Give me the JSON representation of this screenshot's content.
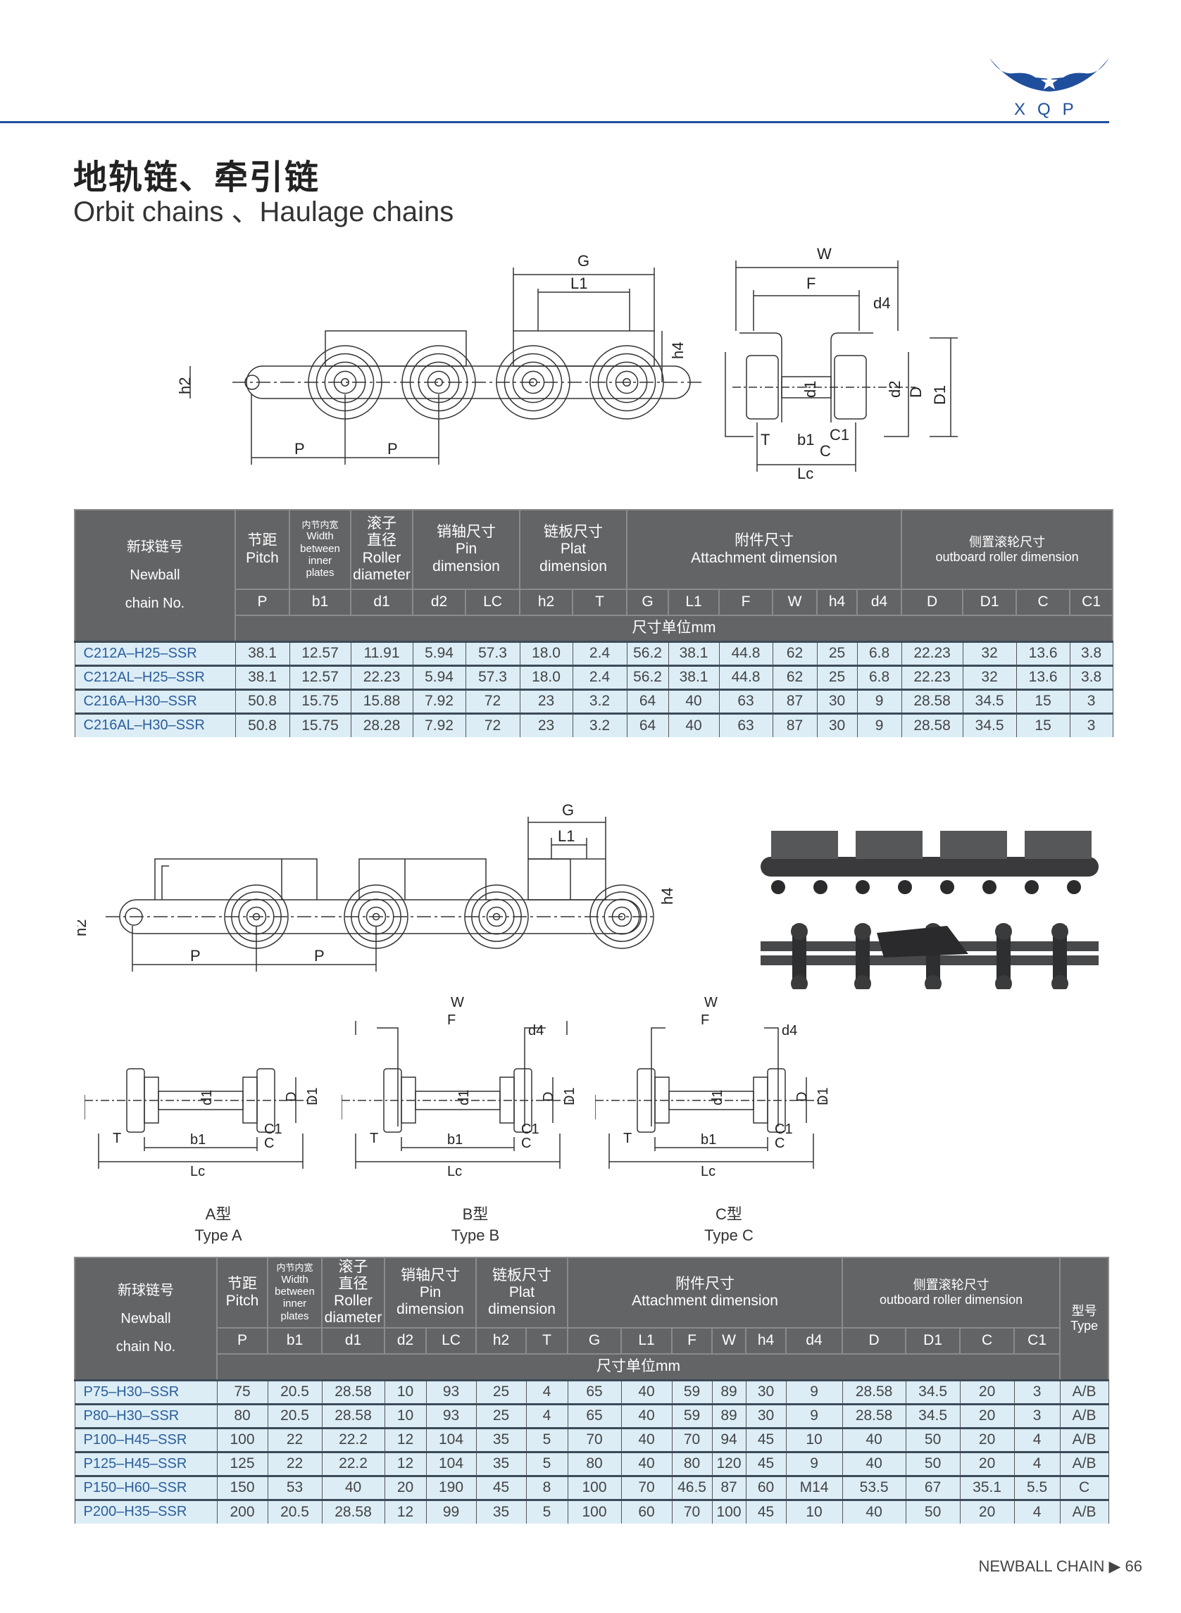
{
  "brand": {
    "name": "XQP"
  },
  "title": {
    "cn": "地轨链、牵引链",
    "en": "Orbit chains 、Haulage chains"
  },
  "labels": {
    "G": "G",
    "L1": "L1",
    "W": "W",
    "F": "F",
    "d4": "d4",
    "h4": "h4",
    "h2": "h2",
    "P": "P",
    "d1": "d1",
    "d2": "d2",
    "D": "D",
    "D1": "D1",
    "T": "T",
    "b1": "b1",
    "C": "C",
    "C1": "C1",
    "Lc": "Lc"
  },
  "types": [
    {
      "cn": "A型",
      "en": "Type A"
    },
    {
      "cn": "B型",
      "en": "Type B"
    },
    {
      "cn": "C型",
      "en": "Type C"
    }
  ],
  "header": {
    "name": [
      "新球链号",
      "Newball",
      "chain No."
    ],
    "pitch": [
      "节距",
      "Pitch"
    ],
    "width": [
      "内节内宽",
      "Width",
      "between",
      "inner",
      "plates"
    ],
    "roller": [
      "滚子",
      "直径",
      "Roller",
      "diameter"
    ],
    "pin": [
      "销轴尺寸",
      "Pin",
      "dimension"
    ],
    "plat": [
      "链板尺寸",
      "Plat",
      "dimension"
    ],
    "attach": [
      "附件尺寸",
      "Attachment  dimension"
    ],
    "outboard": [
      "侧置滚轮尺寸",
      "outboard roller dimension"
    ],
    "type": [
      "型号",
      "Type"
    ],
    "unit": "尺寸单位mm",
    "cols1": [
      "P",
      "b1",
      "d1",
      "d2",
      "LC",
      "h2",
      "T",
      "G",
      "L1",
      "F",
      "W",
      "h4",
      "d4",
      "D",
      "D1",
      "C",
      "C1"
    ]
  },
  "table1": [
    [
      "C212A–H25–SSR",
      "38.1",
      "12.57",
      "11.91",
      "5.94",
      "57.3",
      "18.0",
      "2.4",
      "56.2",
      "38.1",
      "44.8",
      "62",
      "25",
      "6.8",
      "22.23",
      "32",
      "13.6",
      "3.8"
    ],
    [
      "C212AL–H25–SSR",
      "38.1",
      "12.57",
      "22.23",
      "5.94",
      "57.3",
      "18.0",
      "2.4",
      "56.2",
      "38.1",
      "44.8",
      "62",
      "25",
      "6.8",
      "22.23",
      "32",
      "13.6",
      "3.8"
    ],
    [
      "C216A–H30–SSR",
      "50.8",
      "15.75",
      "15.88",
      "7.92",
      "72",
      "23",
      "3.2",
      "64",
      "40",
      "63",
      "87",
      "30",
      "9",
      "28.58",
      "34.5",
      "15",
      "3"
    ],
    [
      "C216AL–H30–SSR",
      "50.8",
      "15.75",
      "28.28",
      "7.92",
      "72",
      "23",
      "3.2",
      "64",
      "40",
      "63",
      "87",
      "30",
      "9",
      "28.58",
      "34.5",
      "15",
      "3"
    ]
  ],
  "table2": [
    [
      "P75–H30–SSR",
      "75",
      "20.5",
      "28.58",
      "10",
      "93",
      "25",
      "4",
      "65",
      "40",
      "59",
      "89",
      "30",
      "9",
      "28.58",
      "34.5",
      "20",
      "3",
      "A/B"
    ],
    [
      "P80–H30–SSR",
      "80",
      "20.5",
      "28.58",
      "10",
      "93",
      "25",
      "4",
      "65",
      "40",
      "59",
      "89",
      "30",
      "9",
      "28.58",
      "34.5",
      "20",
      "3",
      "A/B"
    ],
    [
      "P100–H45–SSR",
      "100",
      "22",
      "22.2",
      "12",
      "104",
      "35",
      "5",
      "70",
      "40",
      "70",
      "94",
      "45",
      "10",
      "40",
      "50",
      "20",
      "4",
      "A/B"
    ],
    [
      "P125–H45–SSR",
      "125",
      "22",
      "22.2",
      "12",
      "104",
      "35",
      "5",
      "80",
      "40",
      "80",
      "120",
      "45",
      "9",
      "40",
      "50",
      "20",
      "4",
      "A/B"
    ],
    [
      "P150–H60–SSR",
      "150",
      "53",
      "40",
      "20",
      "190",
      "45",
      "8",
      "100",
      "70",
      "46.5",
      "87",
      "60",
      "M14",
      "53.5",
      "67",
      "35.1",
      "5.5",
      "C"
    ],
    [
      "P200–H35–SSR",
      "200",
      "20.5",
      "28.58",
      "12",
      "99",
      "35",
      "5",
      "100",
      "60",
      "70",
      "100",
      "45",
      "10",
      "40",
      "50",
      "20",
      "4",
      "A/B"
    ]
  ],
  "footer": {
    "text": "NEWBALL CHAIN",
    "page": "66"
  }
}
